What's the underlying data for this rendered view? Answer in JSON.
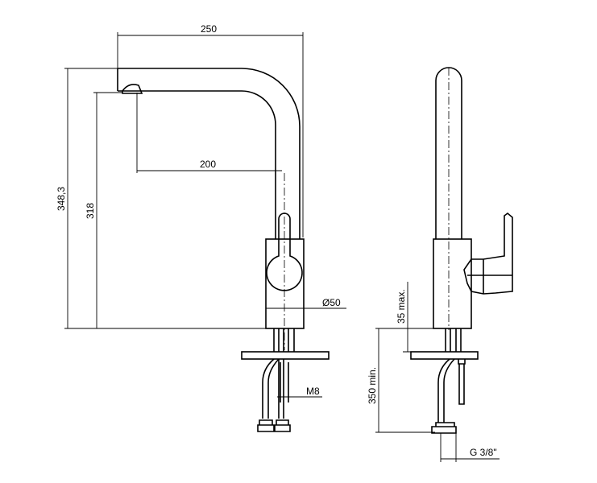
{
  "title": "Kitchen mixer tap dimension drawing",
  "front_view": {
    "dim_spout_reach": "250",
    "dim_aerator_to_center": "200",
    "dim_total_height": "348,3",
    "dim_outlet_height": "318",
    "dim_body_diameter": "Ø50",
    "dim_stud_thread": "M8"
  },
  "side_view": {
    "dim_deck_thickness": "35 max.",
    "dim_hose_clearance": "350 min.",
    "dim_hose_connection": "G 3/8\""
  },
  "colors": {
    "line": "#000000",
    "background": "#ffffff"
  }
}
